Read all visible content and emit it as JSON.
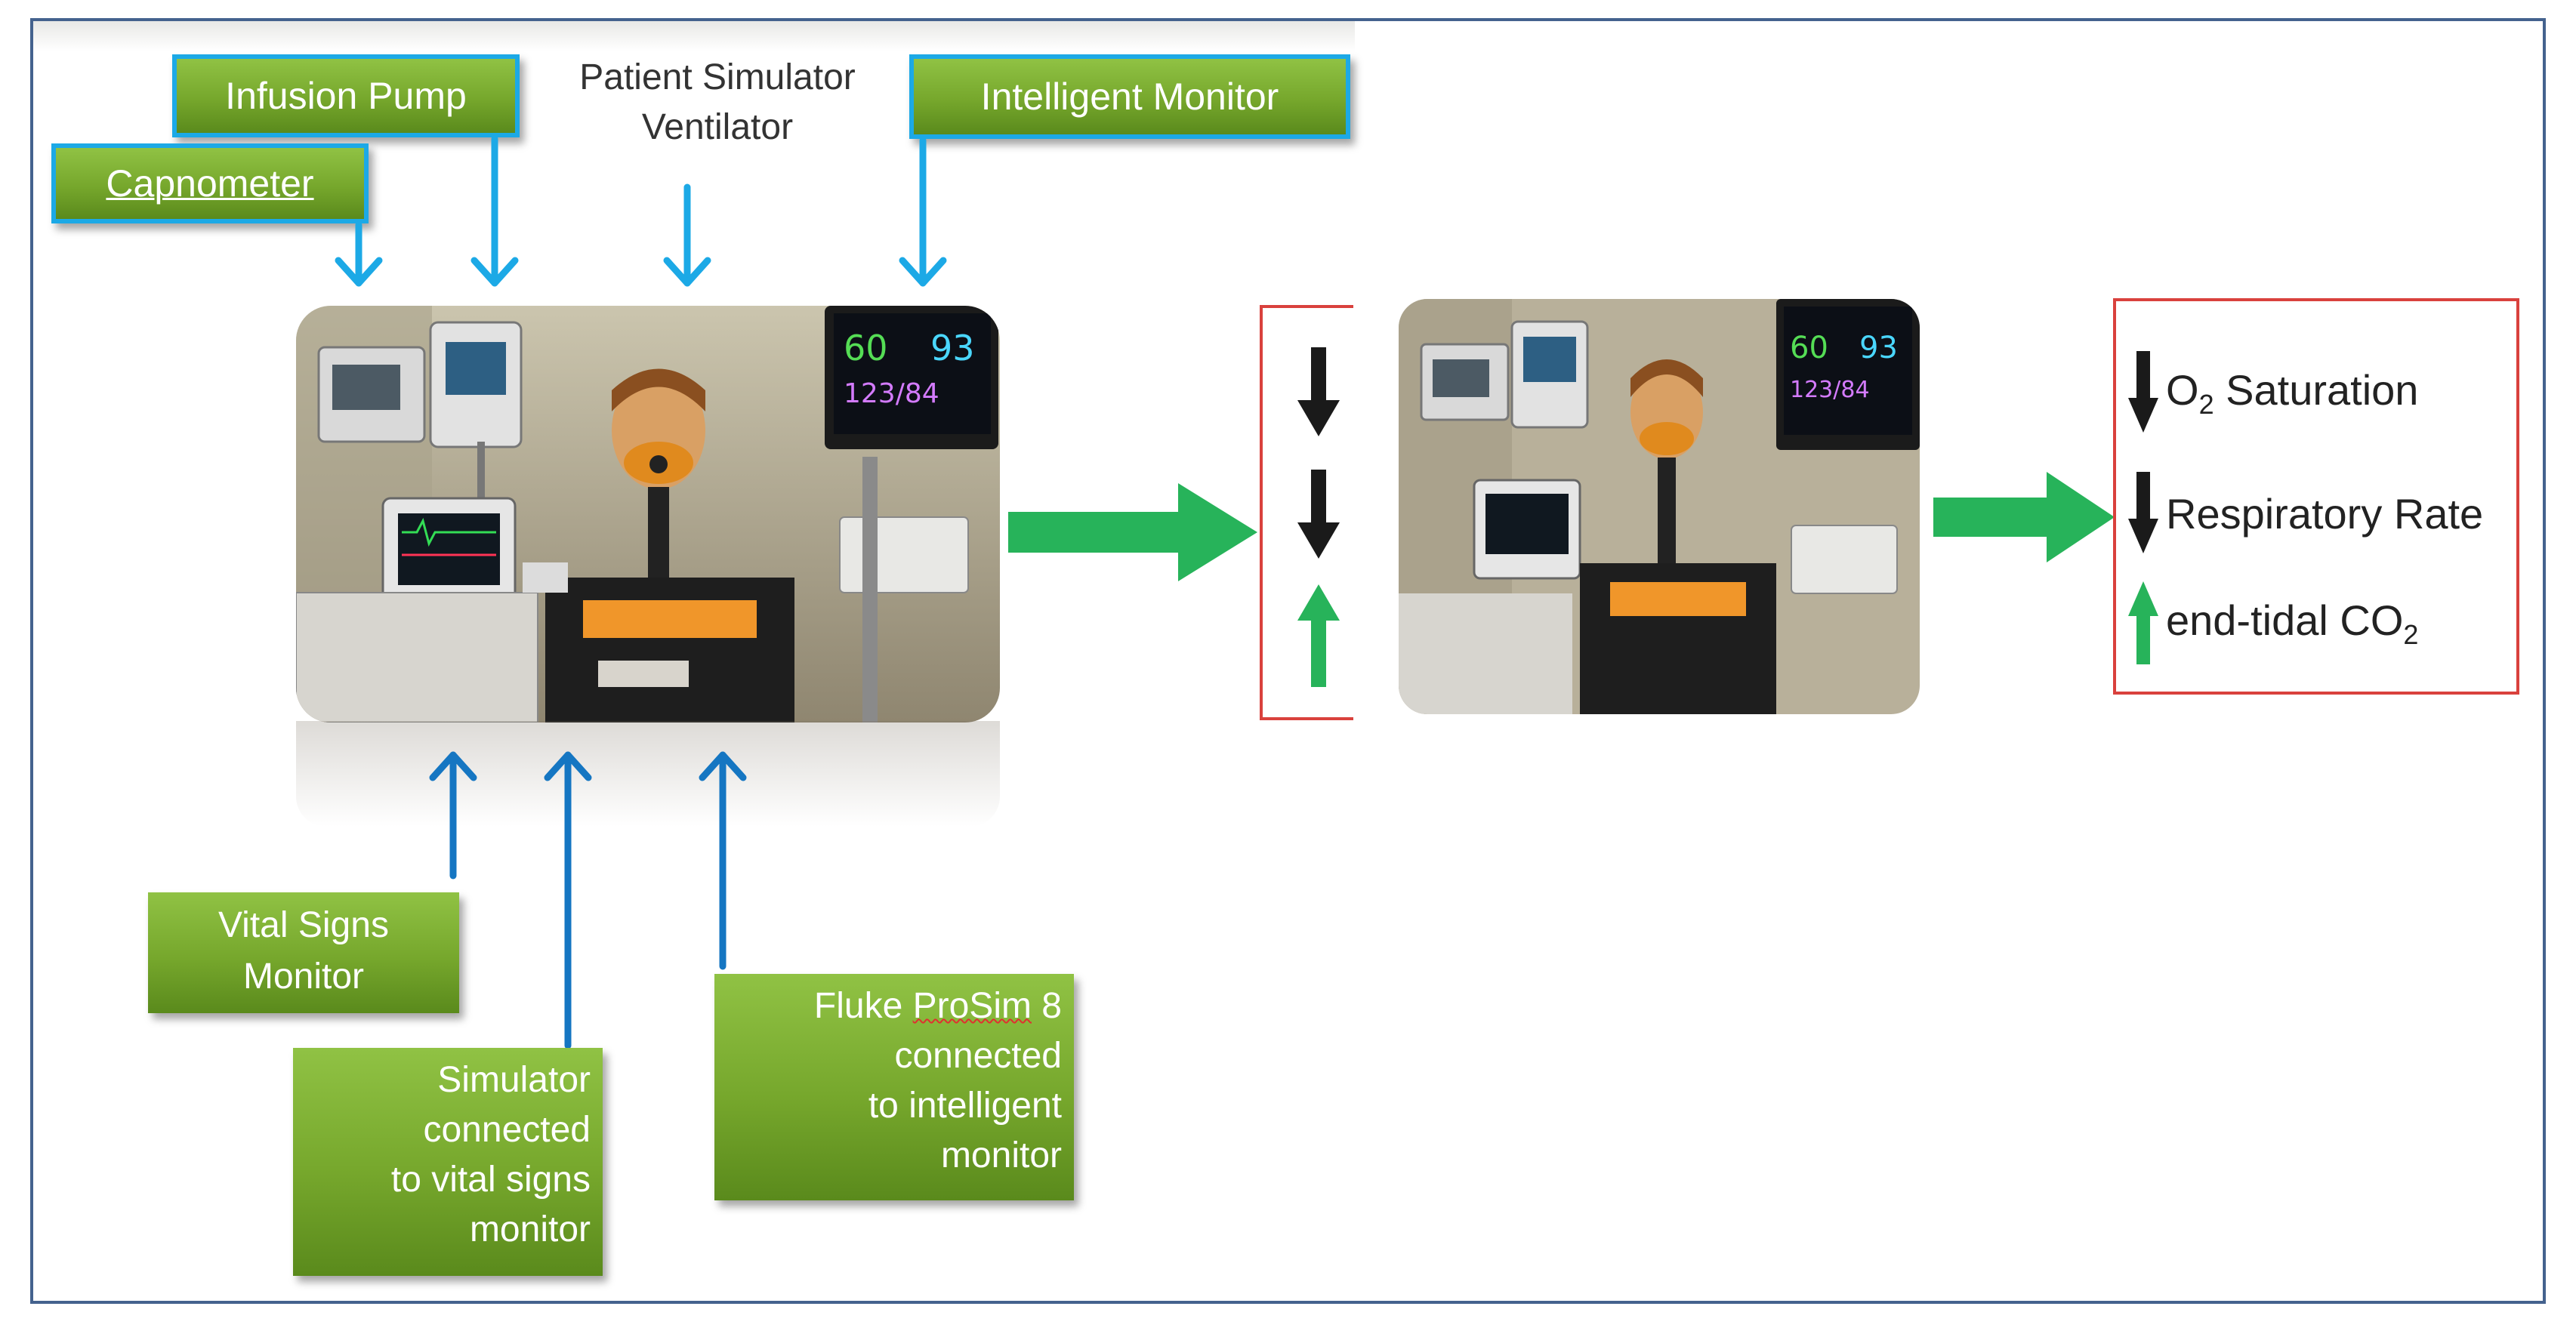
{
  "labels": {
    "capnometer": "Capnometer",
    "infusion_pump": "Infusion Pump",
    "patient_simulator": "Patient Simulator",
    "ventilator": "Ventilator",
    "intelligent_monitor": "Intelligent Monitor",
    "vital_signs_line1": "Vital Signs",
    "vital_signs_line2": "Monitor",
    "simulator_line1": "Simulator",
    "simulator_line2": "connected",
    "simulator_line3": "to vital signs",
    "simulator_line4": "monitor",
    "fluke_line1_a": "Fluke ",
    "fluke_line1_b": "ProSim",
    "fluke_line1_c": " 8",
    "fluke_line2": "connected",
    "fluke_line3": "to intelligent",
    "fluke_line4": "monitor"
  },
  "monitor_readouts": {
    "hr": "60",
    "spo2": "93",
    "bp": "123/84"
  },
  "legend": {
    "o2_prefix": "O",
    "o2_sub": "2",
    "o2_suffix": " Saturation",
    "resp_rate": "Respiratory Rate",
    "etco2_prefix": "end-tidal CO",
    "etco2_sub": "2"
  },
  "colors": {
    "label_green": "#7db334",
    "label_border": "#1ca9e6",
    "pointer_blue_light": "#1ca9e6",
    "pointer_blue_dark": "#1576c2",
    "flow_arrow_green": "#27b35a",
    "legend_box_border": "#d9413d",
    "down_arrow": "#1a1a1a",
    "up_arrow": "#27b35a",
    "frame_border": "#44628e"
  }
}
